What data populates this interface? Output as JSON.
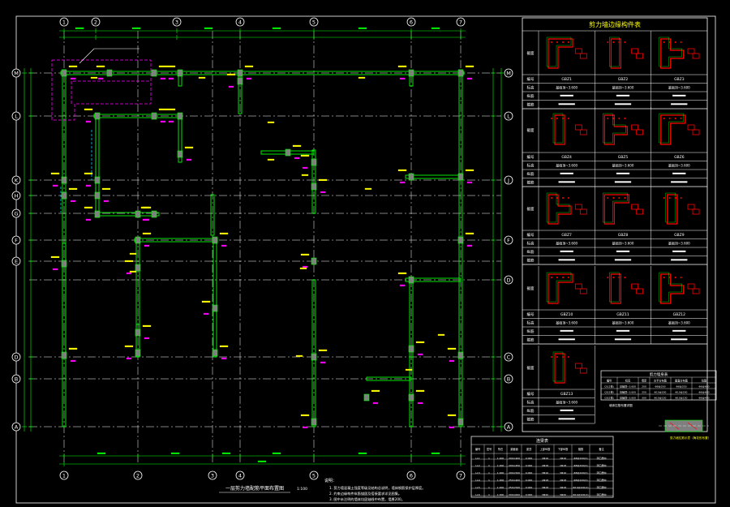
{
  "drawing": {
    "colors": {
      "background": "#000000",
      "grid_line": "#ffffff",
      "dimension": "#00ff00",
      "wall": "#00ff00",
      "wall_fill": "#7f7f7f",
      "rebar": "#ff0000",
      "label": "#ffff00",
      "tag": "#ff00ff",
      "outline": "#ffffff"
    },
    "axes_top": [
      "1",
      "2",
      "3",
      "4",
      "5",
      "6",
      "7"
    ],
    "axes_bottom": [
      "1",
      "2",
      "3",
      "4",
      "5",
      "6",
      "7"
    ],
    "axes_left": [
      "M",
      "L",
      "K",
      "H",
      "G",
      "F",
      "E",
      "D",
      "B",
      "A"
    ],
    "axes_right": [
      "M",
      "L",
      "J",
      "F",
      "D",
      "C",
      "B",
      "A"
    ],
    "plan_title": "一层剪力墙配筋平面布置图",
    "plan_scale": "1:100",
    "notes_heading": "说明：",
    "notes": [
      "1. 剪力墙混凝土强度等级见结构总说明，墙体钢筋保护层厚度。",
      "2. 约束边缘构件纵筋锚固及搭接要求详见图集。",
      "3. 图中未注明的墙体均居轴线中布置，墙厚200。"
    ]
  },
  "detail_table": {
    "title": "剪力墙边缘构件表",
    "row_labels": [
      "截面",
      "编号",
      "标高",
      "纵筋",
      "箍筋"
    ],
    "blocks": [
      {
        "ids": [
          "GBZ1",
          "GBZ2",
          "GBZ3"
        ],
        "elev": "基础顶~3.600"
      },
      {
        "ids": [
          "GBZ4",
          "GBZ5",
          "GBZ6"
        ],
        "elev": "基础顶~3.600"
      },
      {
        "ids": [
          "GBZ7",
          "GBZ8",
          "GBZ9"
        ],
        "elev": "基础顶~3.600"
      },
      {
        "ids": [
          "GBZ10",
          "GBZ11",
          "GBZ12"
        ],
        "elev": "基础顶~3.600"
      },
      {
        "ids": [
          "GBZ13"
        ],
        "elev": "基础顶~3.600"
      }
    ]
  },
  "wall_table": {
    "title": "剪力墙身表",
    "headers": [
      "编号",
      "标高",
      "墙厚",
      "水平分布筋",
      "垂直分布筋",
      "拉筋"
    ],
    "rows": [
      [
        "Q1(2排)",
        "基础顶~3.600",
        "200",
        "Φ8@200",
        "Φ8@200",
        "Φ6@600"
      ],
      [
        "Q2(2排)",
        "基础顶~3.600",
        "250",
        "Φ10@200",
        "Φ10@200",
        "Φ6@600"
      ],
      [
        "Q3(2排)",
        "基础顶~3.600",
        "300",
        "Φ10@150",
        "Φ10@150",
        "Φ6@450"
      ]
    ]
  },
  "beam_table": {
    "title": "连梁表",
    "headers": [
      "编号",
      "层号",
      "所在",
      "梁截面",
      "梁顶",
      "上部纵筋",
      "下部纵筋",
      "箍筋",
      "备注"
    ],
    "rows": [
      [
        "LL1",
        "1",
        "1.000",
        "200×400",
        "0.000",
        "2Φ16",
        "2Φ16",
        "Φ8@100(2)",
        "洞口居中"
      ],
      [
        "LL2",
        "1",
        "1.000",
        "200×450",
        "0.000",
        "2Φ18",
        "2Φ18",
        "Φ8@100(2)",
        "洞口居中"
      ],
      [
        "LL3",
        "1",
        "1.000",
        "200×500",
        "0.000",
        "3Φ16",
        "3Φ16",
        "Φ8@100(2)",
        "洞口居中"
      ],
      [
        "LL4",
        "1",
        "1.000",
        "250×400",
        "0.000",
        "2Φ18",
        "2Φ18",
        "Φ8@100(2)",
        "洞口居中"
      ],
      [
        "LL5",
        "1",
        "1.000",
        "250×500",
        "0.000",
        "3Φ18",
        "3Φ18",
        "Φ10@100(2)",
        "洞口居中"
      ],
      [
        "LL6",
        "1",
        "1.000",
        "200×600",
        "0.000",
        "3Φ20",
        "3Φ20",
        "Φ10@100(2)",
        "洞口居中"
      ]
    ]
  },
  "section_note": "墙体拉筋布置详图",
  "section_caption": "剪力墙拉筋示意（梅花形布置）"
}
